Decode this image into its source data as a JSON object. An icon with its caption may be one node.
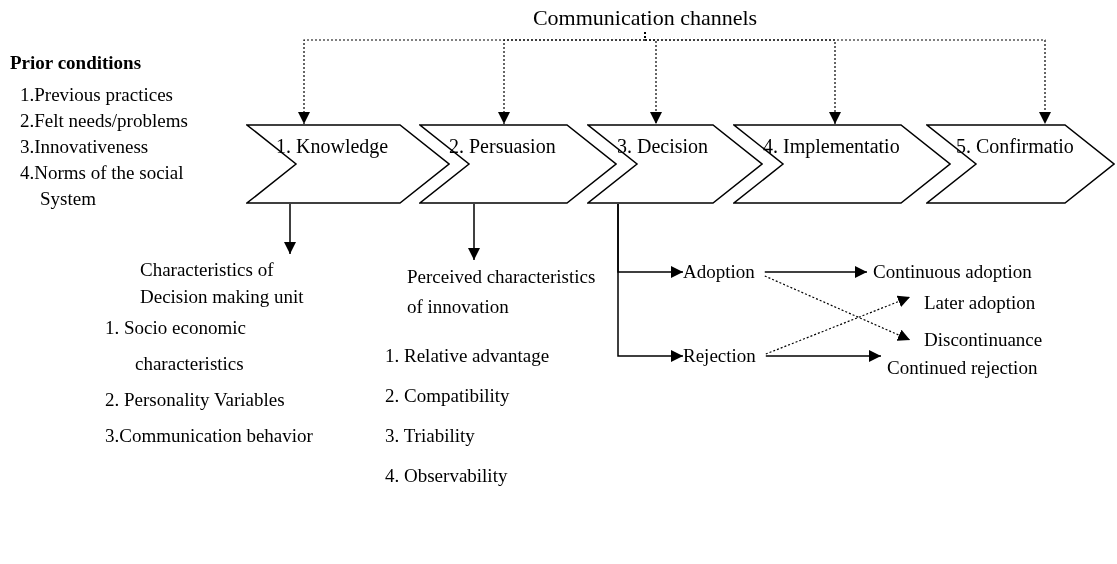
{
  "diagram": {
    "nodes": [
      {
        "text": [
          "Communication channels"
        ]
      },
      {
        "text": [
          "1. Knowledge"
        ]
      },
      {
        "text": [
          "2. Persuasion"
        ]
      },
      {
        "text": [
          "3. Decision"
        ]
      },
      {
        "text": [
          "4. Implementatio"
        ]
      },
      {
        "text": [
          "5. Confirmatio"
        ]
      },
      {
        "text": [
          "Characteristics of Decision making unit",
          "1. Socio economic characteristics",
          "2. Personality Variables",
          "3.Communication behavior"
        ]
      },
      {
        "text": [
          "Perceived characteristics of innovation",
          "1. Relative advantage",
          "2. Compatibility",
          "3. Triability",
          "4. Observability"
        ]
      },
      {
        "text": [
          "Adoption"
        ]
      },
      {
        "text": [
          "Rejection"
        ]
      },
      {
        "text": [
          "Continuous adoption"
        ]
      },
      {
        "text": [
          "Later adoption"
        ]
      },
      {
        "text": [
          "Discontinuance"
        ]
      },
      {
        "text": [
          "Continued rejection"
        ]
      }
    ],
    "edges": [
      {
        "from": 0,
        "to": 1,
        "arrow": "to",
        "style": "dashed"
      },
      {
        "from": 0,
        "to": 2,
        "arrow": "to",
        "style": "dashed"
      },
      {
        "from": 0,
        "to": 3,
        "arrow": "to",
        "style": "dashed"
      },
      {
        "from": 0,
        "to": 4,
        "arrow": "to",
        "style": "dashed"
      },
      {
        "from": 0,
        "to": 5,
        "arrow": "to",
        "style": "dashed"
      },
      {
        "from": 1,
        "to": 6,
        "arrow": "to"
      },
      {
        "from": 2,
        "to": 7,
        "arrow": "to"
      },
      {
        "from": 3,
        "to": 8,
        "arrow": "to"
      },
      {
        "from": 3,
        "to": 9,
        "arrow": "to"
      },
      {
        "from": 8,
        "to": 10,
        "arrow": "to"
      },
      {
        "from": 8,
        "to": 12,
        "arrow": "to",
        "style": "dashed"
      },
      {
        "from": 9,
        "to": 11,
        "arrow": "to",
        "style": "dashed"
      },
      {
        "from": 9,
        "to": 13,
        "arrow": "to"
      }
    ],
    "labels": [
      "Prior conditions",
      "1.Previous practices",
      "2.Felt needs/problems",
      "3.Innovativeness",
      "4.Norms of the social System"
    ]
  }
}
